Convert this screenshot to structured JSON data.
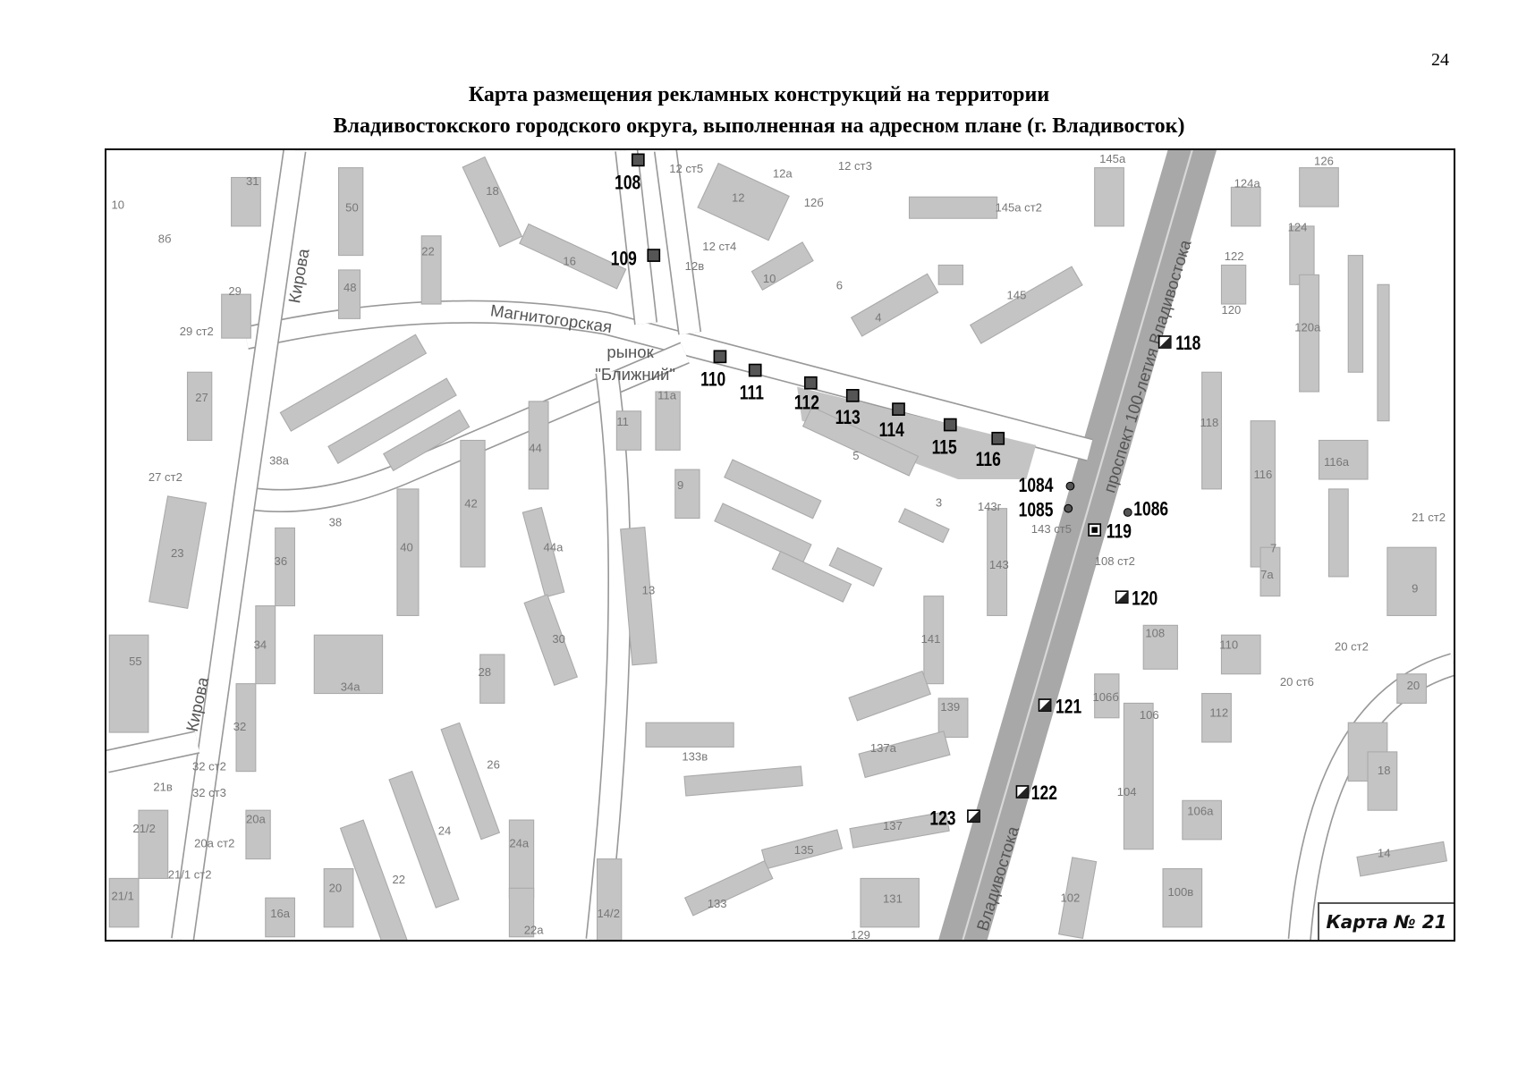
{
  "page_number": "24",
  "title": {
    "line1": "Карта размещения рекламных конструкций на территории",
    "line2": "Владивостокского городского округа, выполненная на адресном плане (г. Владивосток)"
  },
  "map": {
    "map_number": "Карта № 21",
    "colors": {
      "building": "#c4c4c4",
      "road_major": "#a8a8a8",
      "marker": "#555555",
      "label": "#000000"
    },
    "streets": [
      "Магнитогорская",
      "Кирова",
      "Кирова",
      "проспект 100-летия Владивостока",
      "Владивостока",
      "рынок",
      "\"Ближний\""
    ],
    "markers": [
      "108",
      "109",
      "110",
      "111",
      "112",
      "113",
      "114",
      "115",
      "116",
      "118",
      "119",
      "120",
      "121",
      "122",
      "123",
      "1084",
      "1085",
      "1086"
    ],
    "houses": [
      "31",
      "10",
      "8б",
      "50",
      "18",
      "16",
      "12 ст5",
      "12а",
      "12",
      "12б",
      "12 ст3",
      "145а",
      "126",
      "124а",
      "145а ст2",
      "124",
      "22",
      "48",
      "29",
      "29 ст2",
      "12 ст4",
      "12в",
      "10",
      "6",
      "4",
      "145",
      "122",
      "120",
      "120а",
      "27",
      "11а",
      "11",
      "9",
      "5",
      "3",
      "143г",
      "143 ст5",
      "143",
      "108 ст2",
      "118",
      "116",
      "116а",
      "21 ст2",
      "7",
      "7а",
      "9",
      "38а",
      "27 ст2",
      "44",
      "42",
      "44а",
      "38",
      "36",
      "40",
      "23",
      "13",
      "141",
      "108",
      "110",
      "20 ст2",
      "20 ст6",
      "20",
      "34",
      "55",
      "28",
      "30",
      "34а",
      "139",
      "106б",
      "106",
      "112",
      "32",
      "137а",
      "133в",
      "18",
      "32 ст2",
      "21в",
      "32 ст3",
      "26",
      "104",
      "106а",
      "21/2",
      "20а",
      "20а ст2",
      "24",
      "24а",
      "137",
      "135",
      "14",
      "21/1 ст2",
      "21/1",
      "16а",
      "20",
      "22",
      "133",
      "131",
      "102",
      "100в",
      "22а",
      "14/2",
      "129"
    ]
  }
}
